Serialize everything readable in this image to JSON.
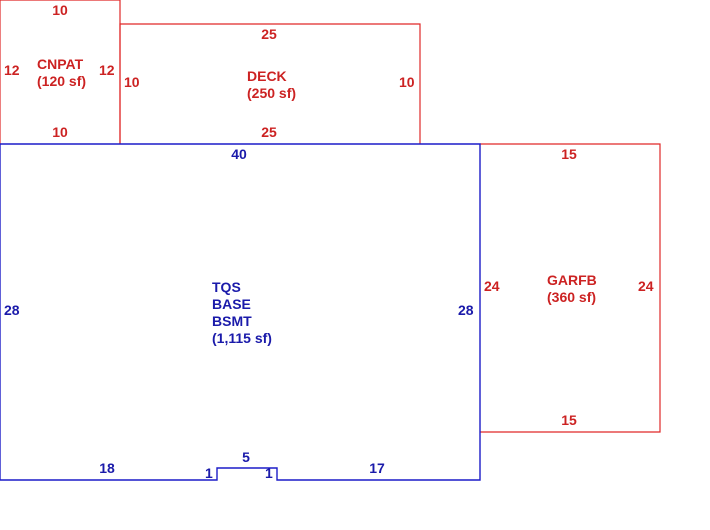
{
  "colors": {
    "addition": "#e02828",
    "main": "#1c1cc8",
    "addition_text": "#cc2222",
    "main_text": "#1a1aaa"
  },
  "areas": {
    "cnpat": {
      "name": "CNPAT",
      "area": "(120 sf)",
      "top": "10",
      "bottom": "10",
      "left": "12",
      "right": "12"
    },
    "deck": {
      "name": "DECK",
      "area": "(250 sf)",
      "top": "25",
      "bottom": "25",
      "left": "10",
      "right": "10"
    },
    "main": {
      "name_line1": "TQS",
      "name_line2": "BASE",
      "name_line3": "BSMT",
      "area": "(1,115 sf)",
      "top": "40",
      "left": "28",
      "right": "28",
      "bottom_left": "18",
      "bottom_right": "17",
      "notch_width": "5",
      "notch_left": "1",
      "notch_right": "1"
    },
    "garfb": {
      "name": "GARFB",
      "area": "(360 sf)",
      "top": "15",
      "bottom": "15",
      "left": "24",
      "right": "24"
    }
  }
}
